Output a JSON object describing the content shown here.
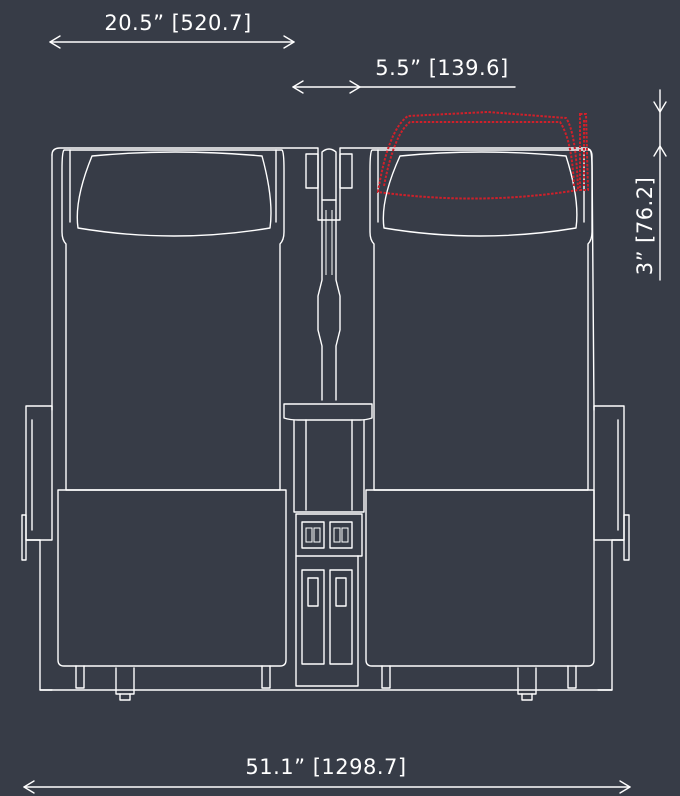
{
  "dimensions": {
    "head_width": "20.5” [520.7]",
    "headrest_offset": "5.5” [139.6]",
    "headrest_height": "3” [76.2]",
    "total_width": "51.1” [1298.7]"
  },
  "colors": {
    "background": "#373c47",
    "line": "#ffffff",
    "highlight": "#d0202a"
  },
  "icons": {
    "dimension_arrow": "arrow-line",
    "headrest_outline": "dashed-outline"
  }
}
